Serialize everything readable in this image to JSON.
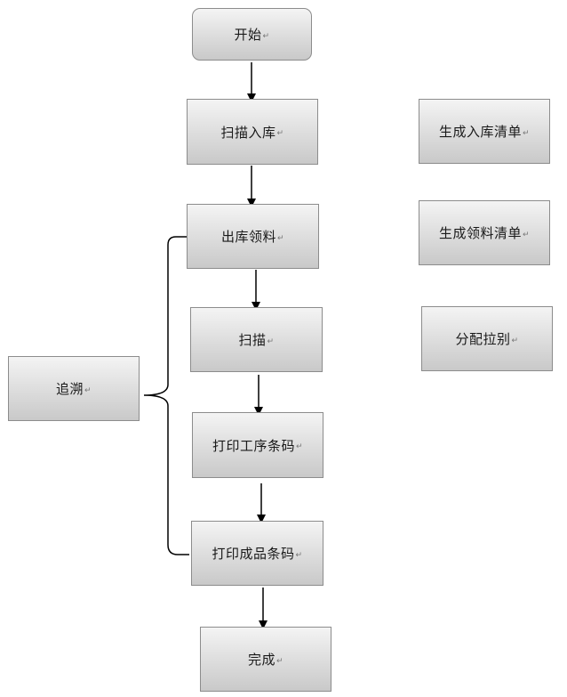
{
  "paragraph_mark": "↵",
  "nodes": {
    "start": "开始",
    "scan_in": "扫描入库",
    "out_material": "出库领料",
    "scan": "扫描",
    "print_process": "打印工序条码",
    "print_product": "打印成品条码",
    "done": "完成",
    "trace": "追溯",
    "gen_in_list": "生成入库清单",
    "gen_material_list": "生成领料清单",
    "assign_pull": "分配拉别"
  }
}
